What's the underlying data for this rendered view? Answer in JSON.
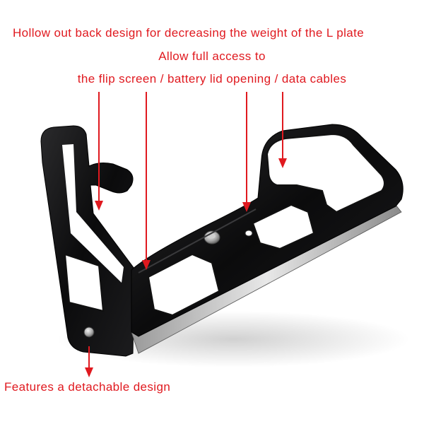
{
  "captions": {
    "line1": "Hollow out back design for decreasing the weight of the L plate",
    "line2": "Allow full access to",
    "line3": "the flip screen / battery lid opening / data cables",
    "bottom": "Features a detachable design"
  },
  "colors": {
    "annotation": "#e0191f",
    "plate": "#0c0c0d",
    "background": "#ffffff"
  }
}
